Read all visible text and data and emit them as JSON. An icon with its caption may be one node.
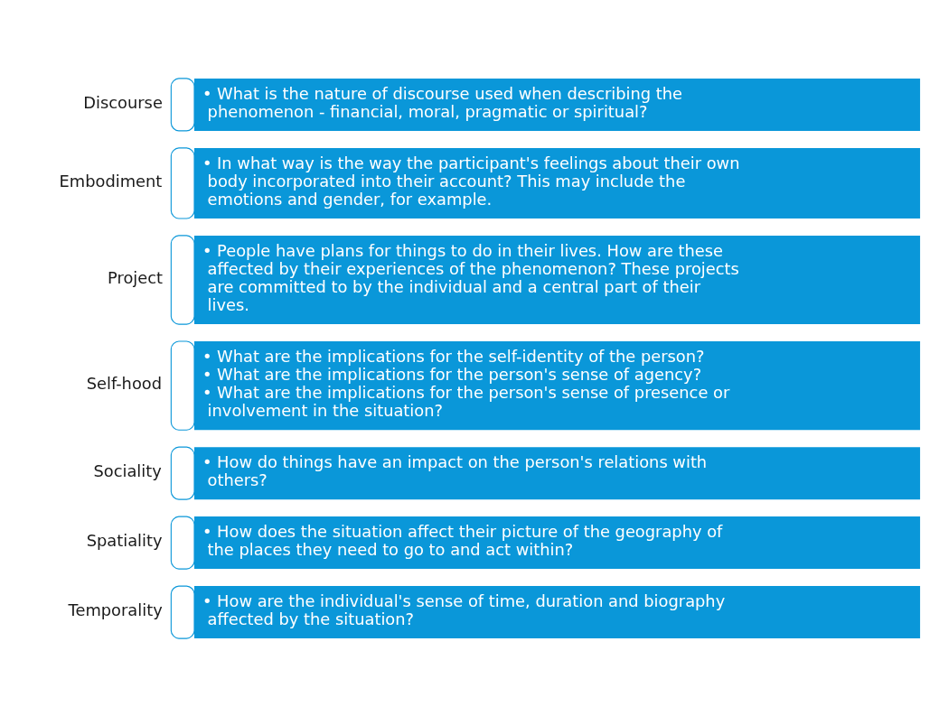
{
  "diagram": {
    "nodes": [
      {
        "text": [
          "Discourse",
          "• What is the nature of discourse used when describing the phenomenon - financial, moral, pragmatic or spiritual?"
        ]
      },
      {
        "text": [
          "Embodiment",
          "• In what way is the way the participant's feelings about their own body incorporated into their account? This may include the emotions and gender, for example."
        ]
      },
      {
        "text": [
          "Project",
          "• People have plans for things to do in their lives. How are these affected by their experiences of the phenomenon? These projects are committed to by the individual and a central part of their lives."
        ]
      },
      {
        "text": [
          "Self-hood",
          "• What are the implications for the self-identity of the person?",
          "• What are the implications for the person's sense of agency?",
          "• What are the implications for the person's sense of presence or involvement in the situation?"
        ]
      },
      {
        "text": [
          "Sociality",
          "• How do things have an impact on the person's relations with others?"
        ]
      },
      {
        "text": [
          "Spatiality",
          "• How does the situation affect their picture of the geography of the places they need to go to and act within?"
        ]
      },
      {
        "text": [
          "Temporality",
          "• How are the individual's sense of time, duration and biography affected by the situation?"
        ]
      }
    ]
  }
}
